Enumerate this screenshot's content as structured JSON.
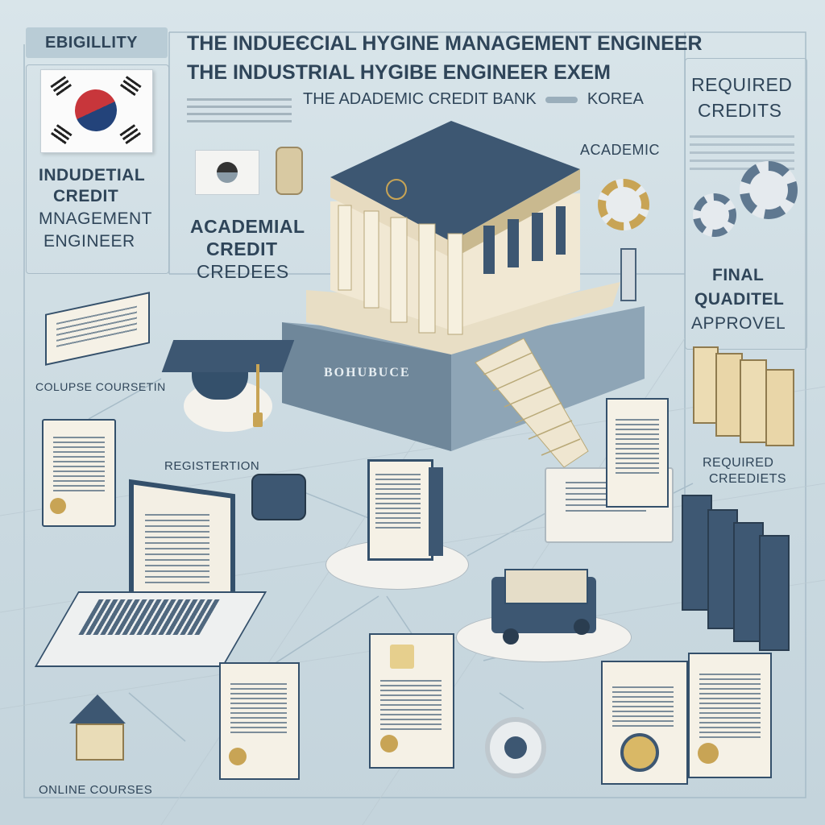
{
  "header": {
    "eligibility_tab": "EBIGILLITY",
    "title_line1": "THE INDUEЄCIAL HYGINE MANAGEMENT ENGINEER",
    "title_line2": "THE INDUSTRIAL HYGIBE ENGINEER EXEM",
    "title_line3": "THE ADADEMIC CREDIT BANK",
    "title_line3_suffix": "KOREA"
  },
  "left_panel": {
    "engineer_label_1": "INDUDETIAL",
    "engineer_label_2": "CREDIT",
    "engineer_label_3": "MNAGEMENT",
    "engineer_label_4": "ENGINEER"
  },
  "center_labels": {
    "academial_1": "ACADEMIAL",
    "academial_2": "CREDIT",
    "academial_3": "CREDEES",
    "academic": "ACADEMIC",
    "building_sign": "BOHUBUCE",
    "course": "COLUPSE COURSETIN",
    "registration": "REGISTERTION",
    "online": "ONLINE COURSES"
  },
  "right_panel": {
    "required_1": "REQUIRED",
    "required_2": "CREDITS",
    "final_1": "FINAL",
    "final_2": "QUADITEL",
    "final_3": "APPROVEL",
    "required_bottom_1": "REQUIRED",
    "required_bottom_2": "CREEDIETS"
  },
  "colors": {
    "navy": "#34506b",
    "gold": "#c8a455",
    "paper": "#f5f1e6",
    "flag_red": "#c8363b",
    "flag_blue": "#23437a"
  }
}
